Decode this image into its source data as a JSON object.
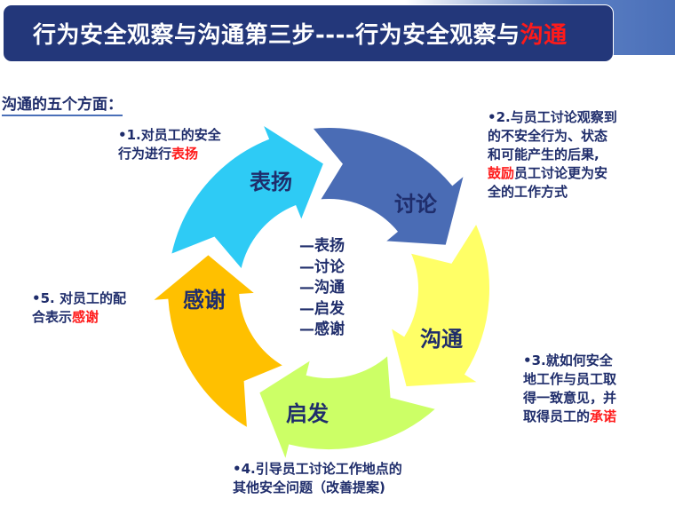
{
  "header": {
    "title_main": "行为安全观察与沟通第三步----行为安全观察与",
    "title_highlight": "沟通"
  },
  "subheading": "沟通的五个方面：",
  "cycle": [
    {
      "label": "表扬",
      "color": "#2ecbf5"
    },
    {
      "label": "讨论",
      "color": "#4a6cb5"
    },
    {
      "label": "沟通",
      "color": "#ffff66"
    },
    {
      "label": "启发",
      "color": "#ccff66"
    },
    {
      "label": "感谢",
      "color": "#ffc000"
    }
  ],
  "center_list": [
    "—表扬",
    "—讨论",
    "—沟通",
    "—启发",
    "—感谢"
  ],
  "notes": {
    "n1": {
      "line1": "•1.对员工的安全",
      "line2_pre": "行为进行",
      "line2_hl": "表扬"
    },
    "n2": {
      "line1": "•2.与员工讨论观察到",
      "line2": "的不安全行为、状态",
      "line3": "和可能产生的后果,",
      "line4_hl": "鼓励",
      "line4_post": "员工讨论更为安",
      "line5": "全的工作方式"
    },
    "n3": {
      "line1": "•3.就如何安全",
      "line2": "地工作与员工取",
      "line3": "得一致意见，并",
      "line4_pre": "取得员工的",
      "line4_hl": "承诺"
    },
    "n4": {
      "line1": "•4.引导员工讨论工作地点的",
      "line2": "其他安全问题（改善提案)"
    },
    "n5": {
      "line1": "•5. 对员工的配",
      "line2_pre": "合表示",
      "line2_hl": "感谢"
    }
  }
}
